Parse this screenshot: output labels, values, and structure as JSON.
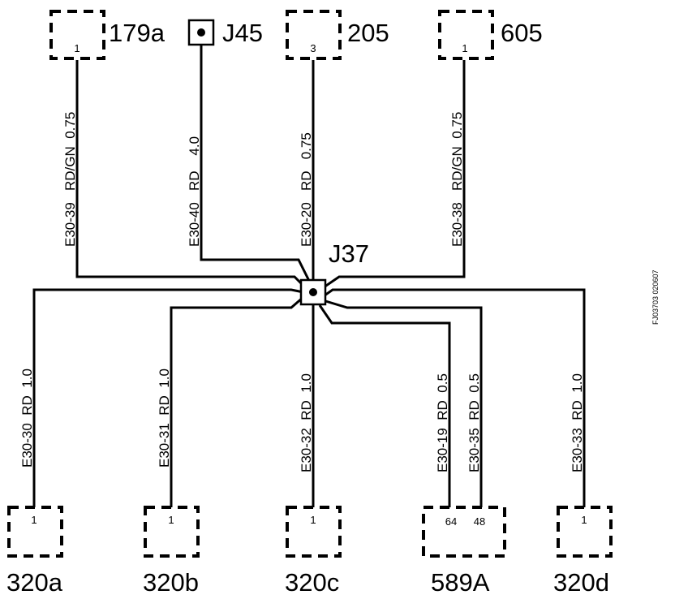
{
  "top_connectors": {
    "c179a": {
      "name": "179a",
      "pin": "1"
    },
    "j45": {
      "name": "J45"
    },
    "c205": {
      "name": "205",
      "pin": "3"
    },
    "c605": {
      "name": "605",
      "pin": "1"
    }
  },
  "splice": {
    "name": "J37"
  },
  "wires": {
    "w39": "E30-39   RD/GN  0.75",
    "w40": "E30-40   RD    4.0",
    "w20": "E30-20   RD   0.75",
    "w38": "E30-38   RD/GN  0.75",
    "w30": "E30-30  RD  1.0",
    "w31": "E30-31  RD  1.0",
    "w32": "E30-32  RD  1.0",
    "w19": "E30-19  RD  0.5",
    "w35": "E30-35  RD  0.5",
    "w33": "E30-33  RD  1.0"
  },
  "bottom_connectors": {
    "c320a": {
      "name": "320a",
      "pin": "1"
    },
    "c320b": {
      "name": "320b",
      "pin": "1"
    },
    "c320c": {
      "name": "320c",
      "pin": "1"
    },
    "c589A": {
      "name": "589A",
      "pin1": "64",
      "pin2": "48"
    },
    "c320d": {
      "name": "320d",
      "pin": "1"
    }
  },
  "reference": "FJ03703  020607"
}
